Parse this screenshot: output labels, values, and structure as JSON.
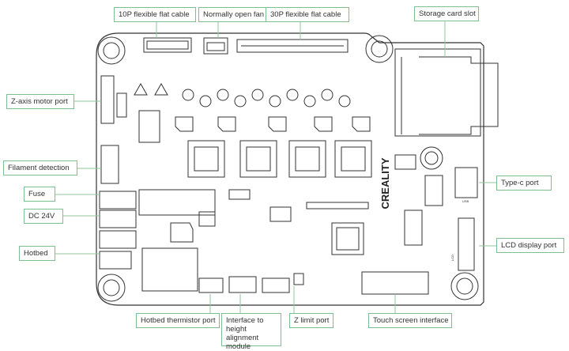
{
  "callouts": {
    "ffc10": "10P flexible flat cable",
    "fan": "Normally open fan",
    "ffc30": "30P flexible flat cable",
    "storage": "Storage card slot",
    "z_motor": "Z-axis motor port",
    "filament": "Filament detection",
    "fuse": "Fuse",
    "dc": "DC 24V",
    "hotbed": "Hotbed",
    "typec": "Type-c port",
    "lcd": "LCD display port",
    "thermistor": "Hotbed thermistor port",
    "height": "Interface to height alignment module",
    "zlimit": "Z limit port",
    "touch": "Touch screen interface"
  },
  "board": {
    "brand": "CREALITY",
    "usb_label": "USB",
    "lcd_label": "LCD"
  },
  "colors": {
    "callout_border": "#7cc08f",
    "leader_line": "#8fc79e",
    "board_line": "#333333"
  }
}
